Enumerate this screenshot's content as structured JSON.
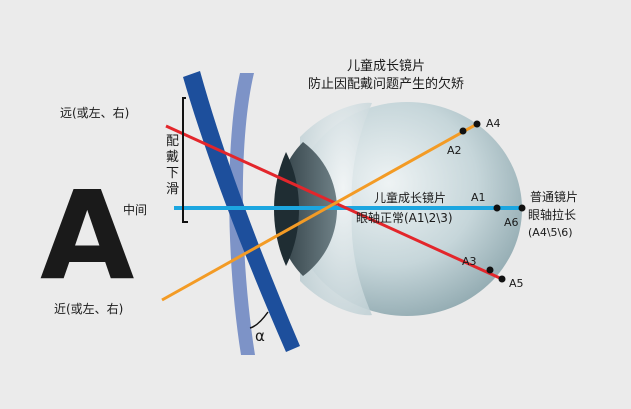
{
  "title": {
    "line1": "儿童成长镜片",
    "line2": "防止因配戴问题产生的欠矫"
  },
  "chart_letter": "A",
  "sliding_note": [
    "配",
    "戴",
    "下",
    "滑"
  ],
  "labels": {
    "far": "远(或左、右)",
    "middle": "中间",
    "near": "近(或左、右)",
    "angle": "α"
  },
  "child_lens_note": {
    "line1": "儿童成长镜片",
    "line2": "眼轴正常(A1\\2\\3)"
  },
  "ordinary_lens_note": {
    "line1": "普通镜片",
    "line2": "眼轴拉长",
    "line3": "(A4\\5\\6)"
  },
  "points": {
    "a1": "A1",
    "a2": "A2",
    "a3": "A3",
    "a4": "A4",
    "a5": "A5",
    "a6": "A6"
  },
  "colors": {
    "background": "#ebebeb",
    "red_ray": "#e3262b",
    "orange_ray": "#f39b25",
    "blue_ray": "#1ca6e0",
    "front_lens": "#1d4f9c",
    "back_lens": "#7d93c7",
    "eyeball": "#c2d3d7",
    "pupil": "#1f2d33"
  }
}
